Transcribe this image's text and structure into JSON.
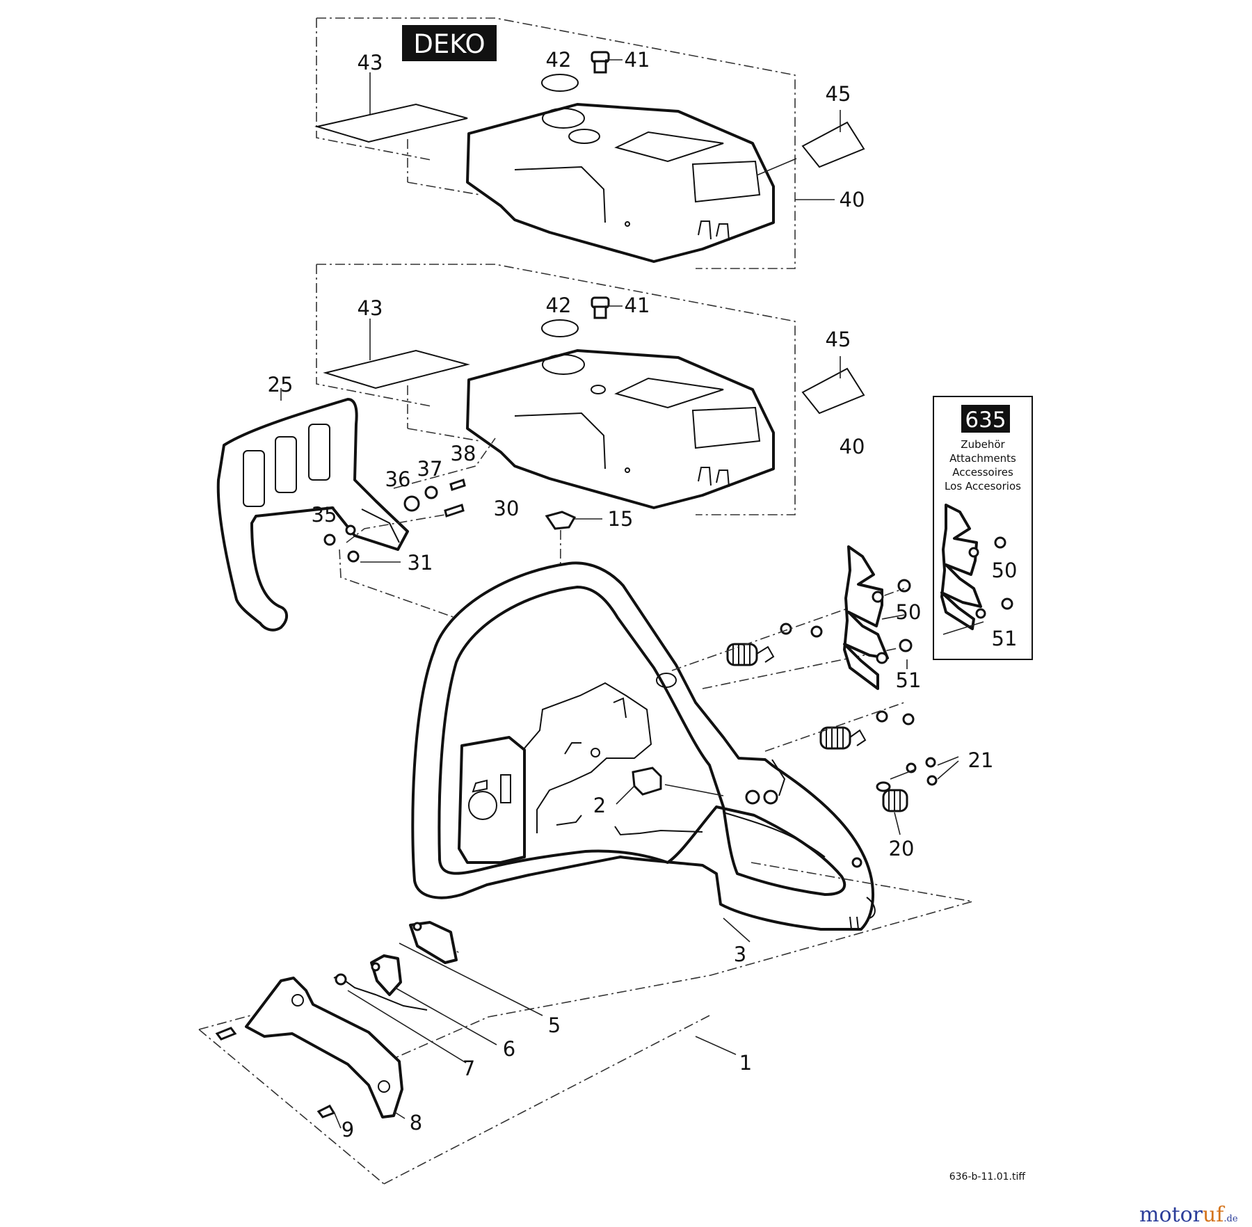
{
  "badges": {
    "deko": "DEKO",
    "kit_635": "635"
  },
  "callouts": {
    "c43a": "43",
    "c42a": "42",
    "c41a": "41",
    "c45a": "45",
    "c40a": "40",
    "c43b": "43",
    "c42b": "42",
    "c41b": "41",
    "c45b": "45",
    "c40b": "40",
    "c25": "25",
    "c38": "38",
    "c37": "37",
    "c36": "36",
    "c35": "35",
    "c30": "30",
    "c31": "31",
    "c15": "15",
    "c50": "50",
    "c51": "51",
    "c21": "21",
    "c20": "20",
    "c2": "2",
    "c3": "3",
    "c5": "5",
    "c6": "6",
    "c7": "7",
    "c8": "8",
    "c9": "9",
    "c1": "1",
    "c50k": "50",
    "c51k": "51"
  },
  "accessory_box": {
    "lines": [
      "Zubehör",
      "Attachments",
      "Accessoires",
      "Los Accesorios"
    ]
  },
  "footer": {
    "filename": "636-b-11.01.tiff"
  },
  "watermark": {
    "part1": "motor",
    "part2": "uf",
    "suffix": ".de"
  }
}
